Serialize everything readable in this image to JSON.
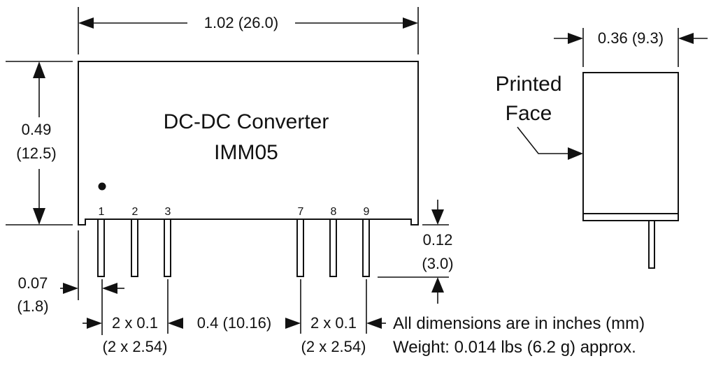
{
  "part": {
    "title": "DC-DC Converter",
    "model": "IMM05"
  },
  "dimensions": {
    "length": "1.02 (26.0)",
    "height_in": "0.49",
    "height_mm": "(12.5)",
    "width": "0.36 (9.3)",
    "pin_length_in": "0.12",
    "pin_length_mm": "(3.0)",
    "edge_offset_in": "0.07",
    "edge_offset_mm": "(1.8)",
    "pin_pitch_left_in": "2 x 0.1",
    "pin_pitch_left_mm": "(2 x 2.54)",
    "group_gap": "0.4 (10.16)",
    "pin_pitch_right_in": "2 x 0.1",
    "pin_pitch_right_mm": "(2 x 2.54)"
  },
  "pins": [
    "1",
    "2",
    "3",
    "7",
    "8",
    "9"
  ],
  "side_view": {
    "label_line1": "Printed",
    "label_line2": "Face"
  },
  "notes": {
    "units": "All dimensions are in inches (mm)",
    "weight": "Weight: 0.014 lbs (6.2 g) approx."
  }
}
